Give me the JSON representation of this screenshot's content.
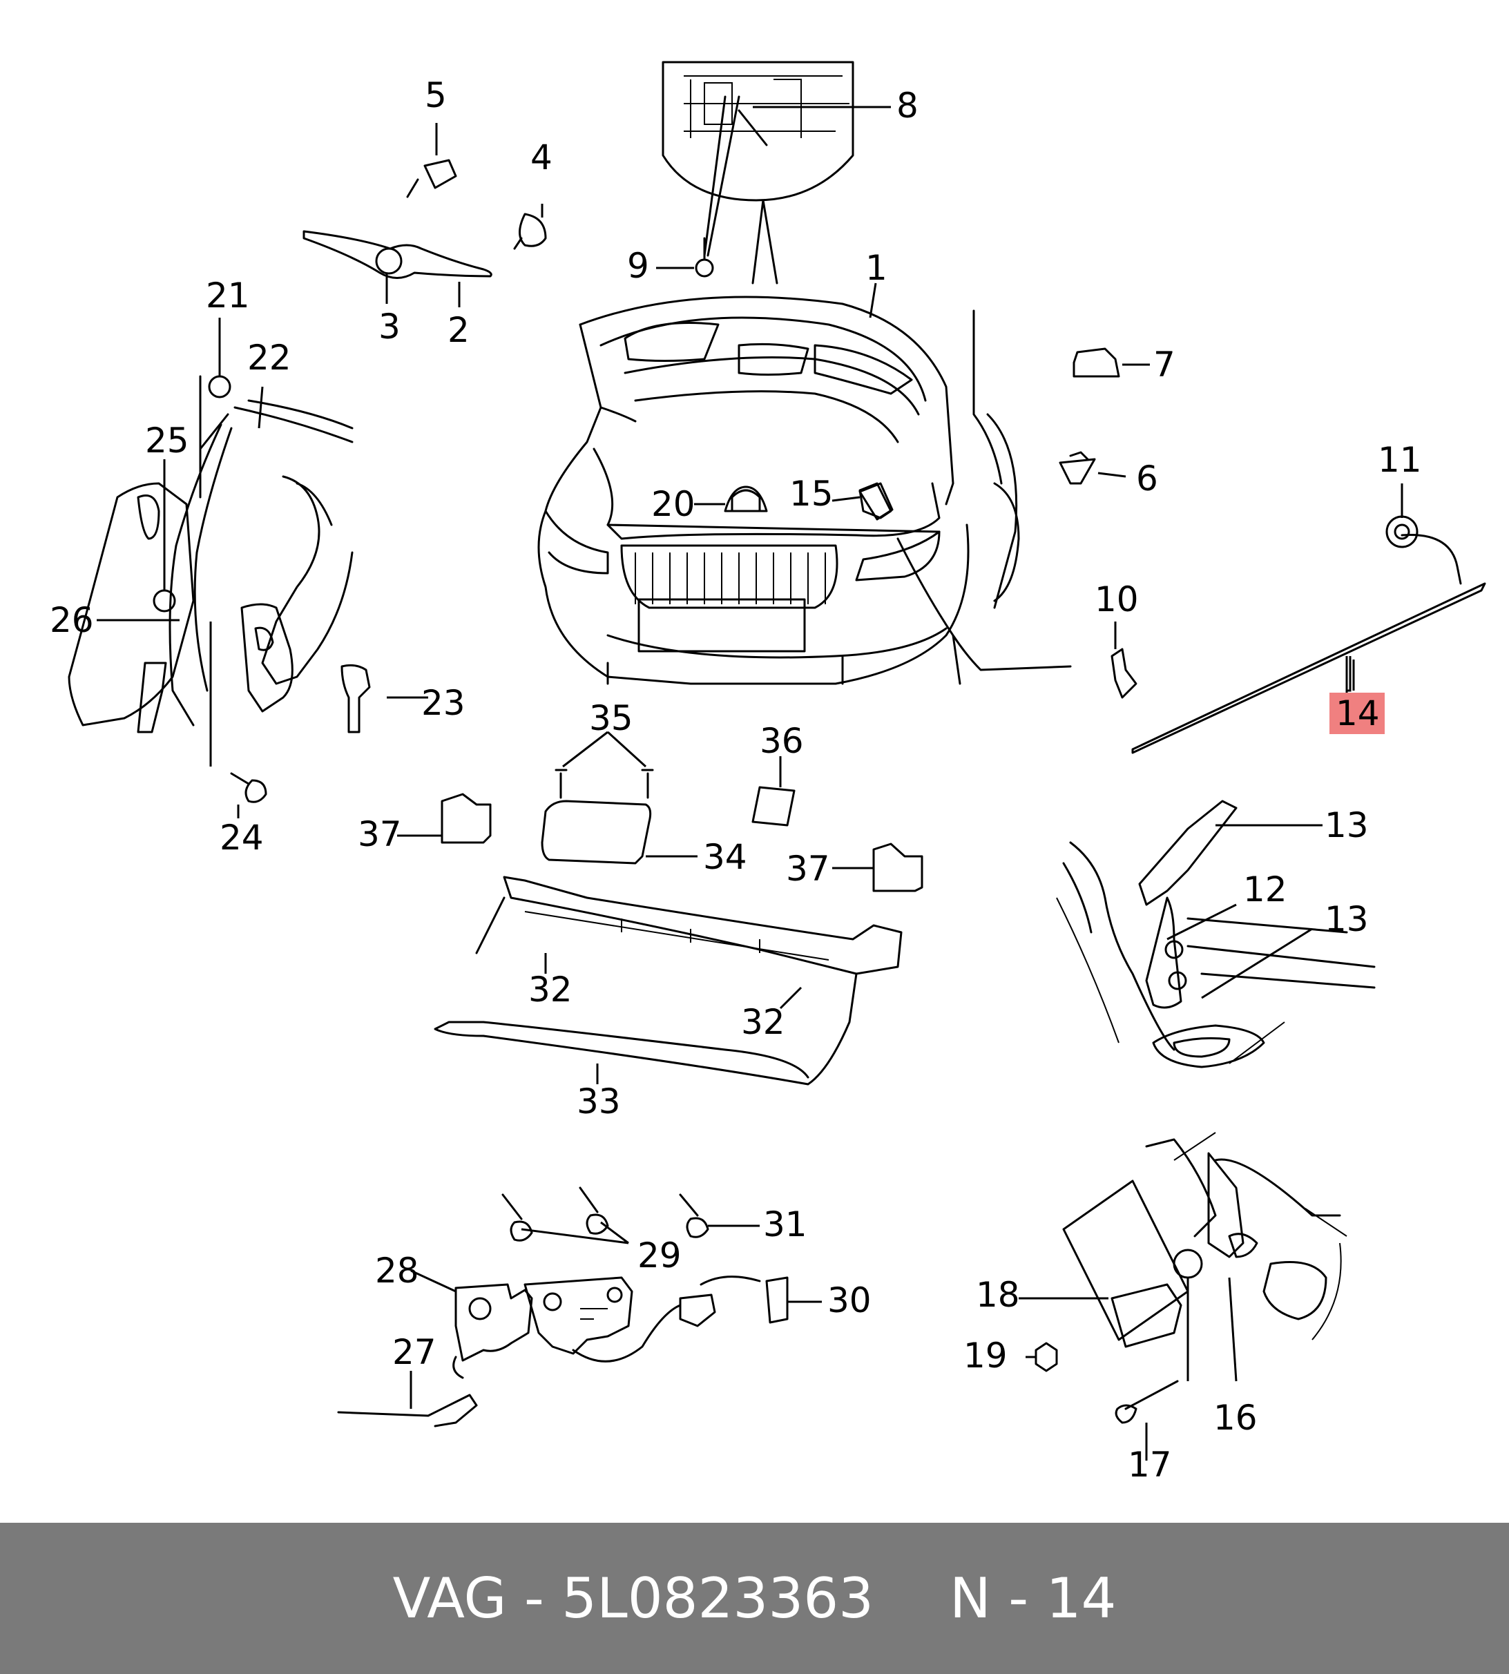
{
  "labels": [
    "1",
    "2",
    "3",
    "4",
    "5",
    "6",
    "7",
    "8",
    "9",
    "10",
    "11",
    "12",
    "13",
    "13",
    "14",
    "15",
    "16",
    "17",
    "18",
    "19",
    "20",
    "21",
    "22",
    "23",
    "24",
    "25",
    "26",
    "27",
    "28",
    "29",
    "30",
    "31",
    "32",
    "32",
    "33",
    "34",
    "35",
    "36",
    "37",
    "37"
  ],
  "highlight": {
    "label": "14",
    "color": "#f08080"
  },
  "footer": {
    "brand": "VAG",
    "part_number": "5L0823363",
    "ref": "N - 14",
    "sep": "-"
  }
}
